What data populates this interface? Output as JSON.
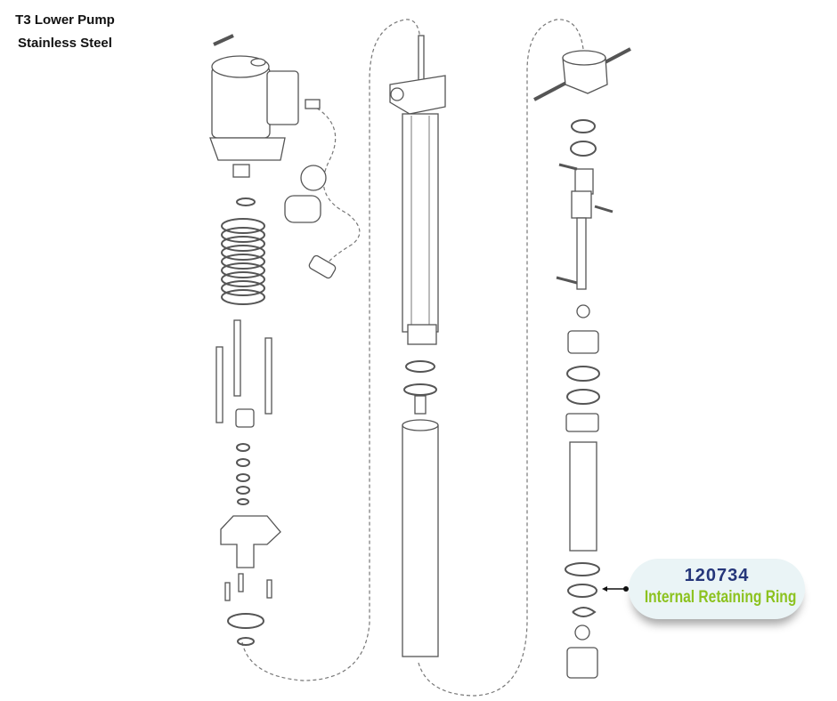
{
  "title": {
    "line1": "T3 Lower Pump",
    "line2": "Stainless Steel"
  },
  "callout": {
    "part_number": "120734",
    "part_name": "Internal Retaining Ring",
    "pn_color": "#25367a",
    "name_color": "#8cc21f"
  }
}
